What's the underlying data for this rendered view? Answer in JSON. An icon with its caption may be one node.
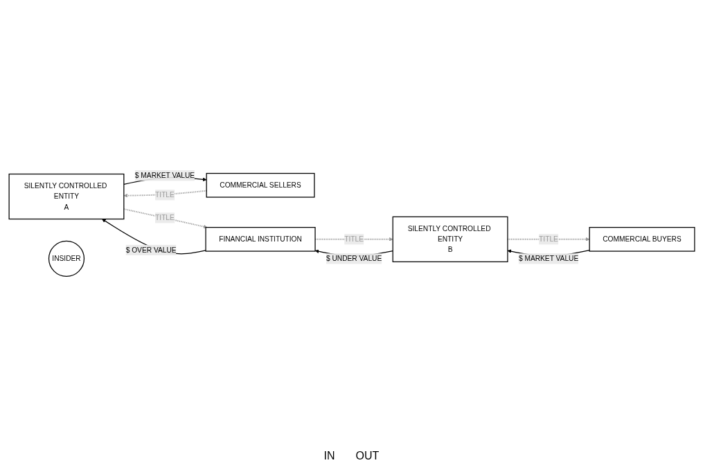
{
  "diagram": {
    "nodes": [
      {
        "text": [
          "SILENTLY CONTROLLED ENTITY",
          "A"
        ]
      },
      {
        "text": [
          "COMMERCIAL SELLERS"
        ]
      },
      {
        "text": [
          "FINANCIAL INSTITUTION"
        ]
      },
      {
        "text": [
          "INSIDER"
        ]
      },
      {
        "text": [
          "COMMERCIAL BUYERS"
        ]
      },
      {
        "text": [
          "SILENTLY CONTROLLED ENTITY",
          "B"
        ]
      }
    ],
    "edges": [
      {
        "from": 1,
        "to": 0,
        "arrow": "to",
        "label": "TITLE",
        "style": "dashed",
        "color": "#9a9a9a"
      },
      {
        "from": 0,
        "to": 1,
        "arrow": "to",
        "label": "$ MARKET VALUE",
        "color": "#000000"
      },
      {
        "from": 0,
        "to": 2,
        "arrow": "to",
        "label": "TITLE",
        "style": "dashed",
        "color": "#9a9a9a"
      },
      {
        "from": 2,
        "to": 0,
        "arrow": "to",
        "label": "$ OVER VALUE",
        "color": "#000000"
      },
      {
        "from": 4,
        "to": 5,
        "arrow": "to",
        "label": "$ MARKET VALUE",
        "color": "#000000"
      },
      {
        "from": 5,
        "to": 4,
        "arrow": "to",
        "label": "TITLE",
        "style": "dashed",
        "color": "#9a9a9a"
      },
      {
        "from": 5,
        "to": 2,
        "arrow": "to",
        "label": "$ UNDER VALUE",
        "color": "#000000"
      },
      {
        "from": 2,
        "to": 5,
        "arrow": "to",
        "label": "TITLE",
        "style": "dashed",
        "color": "#9a9a9a"
      }
    ],
    "labels": [
      "IN",
      "OUT"
    ]
  }
}
